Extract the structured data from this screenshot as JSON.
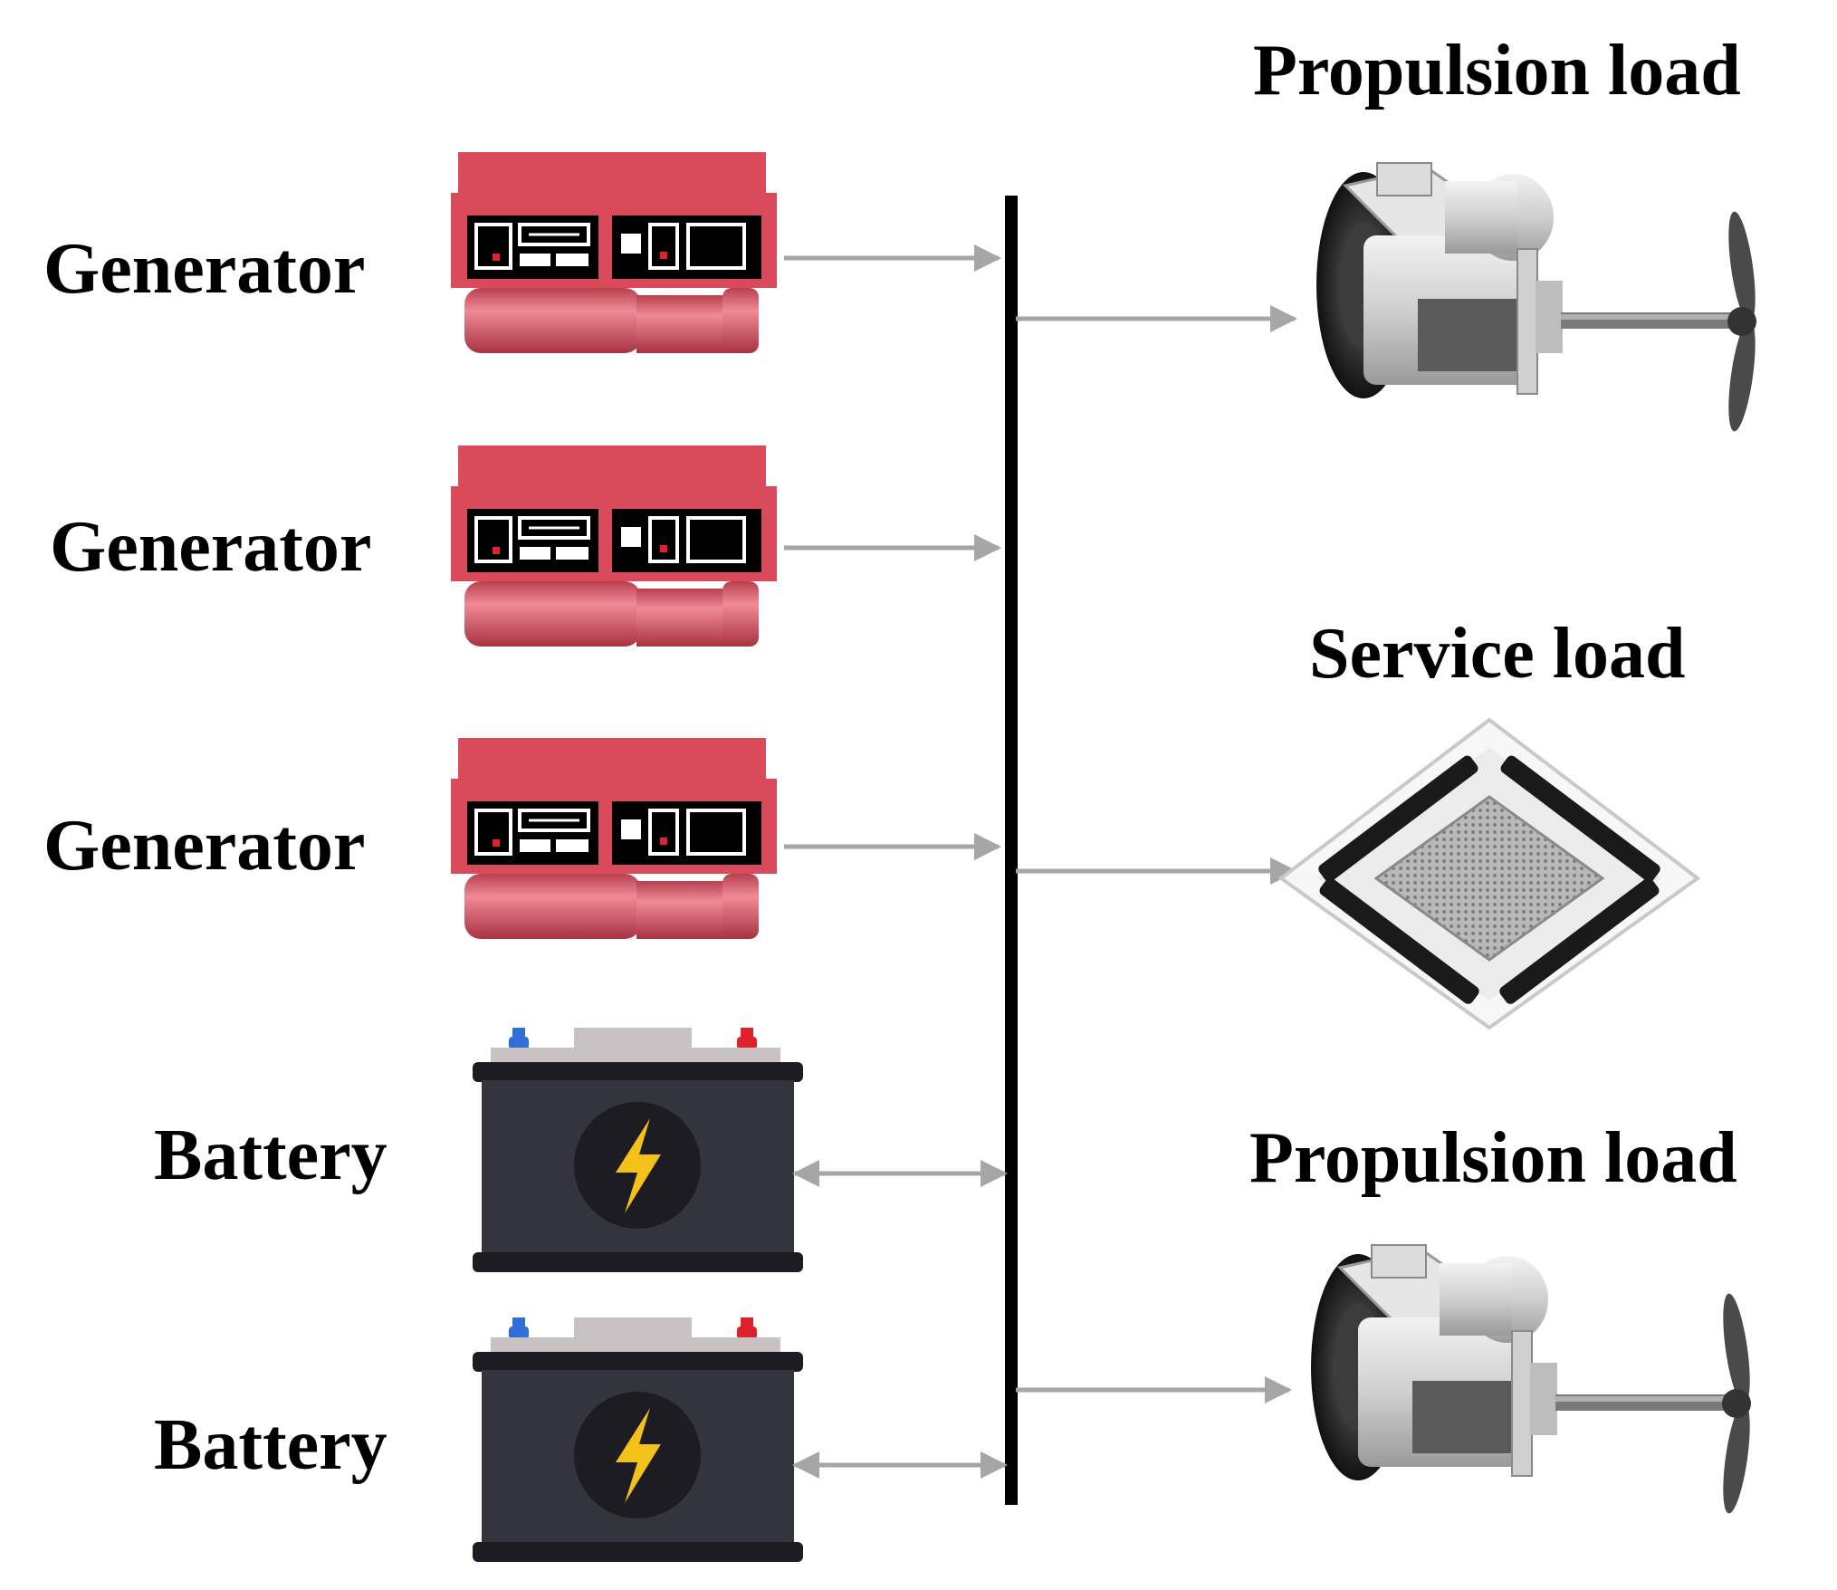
{
  "diagram": {
    "sources": {
      "generators": [
        {
          "label": "Generator"
        },
        {
          "label": "Generator"
        },
        {
          "label": "Generator"
        }
      ],
      "batteries": [
        {
          "label": "Battery"
        },
        {
          "label": "Battery"
        }
      ]
    },
    "loads": [
      {
        "label": "Propulsion load",
        "icon": "propulsion-motor-icon"
      },
      {
        "label": "Service load",
        "icon": "ceiling-ac-unit-icon"
      },
      {
        "label": "Propulsion load",
        "icon": "propulsion-motor-icon"
      }
    ],
    "colors": {
      "bus": "#000000",
      "arrow": "#a6a6a6",
      "generator": "#d94a5a",
      "generator_dark": "#b83547",
      "battery_body": "#34343e",
      "battery_top": "#c9c2c4",
      "terminal_negative": "#2f6fd6",
      "terminal_positive": "#e0202c",
      "bolt": "#f2c21b"
    }
  }
}
